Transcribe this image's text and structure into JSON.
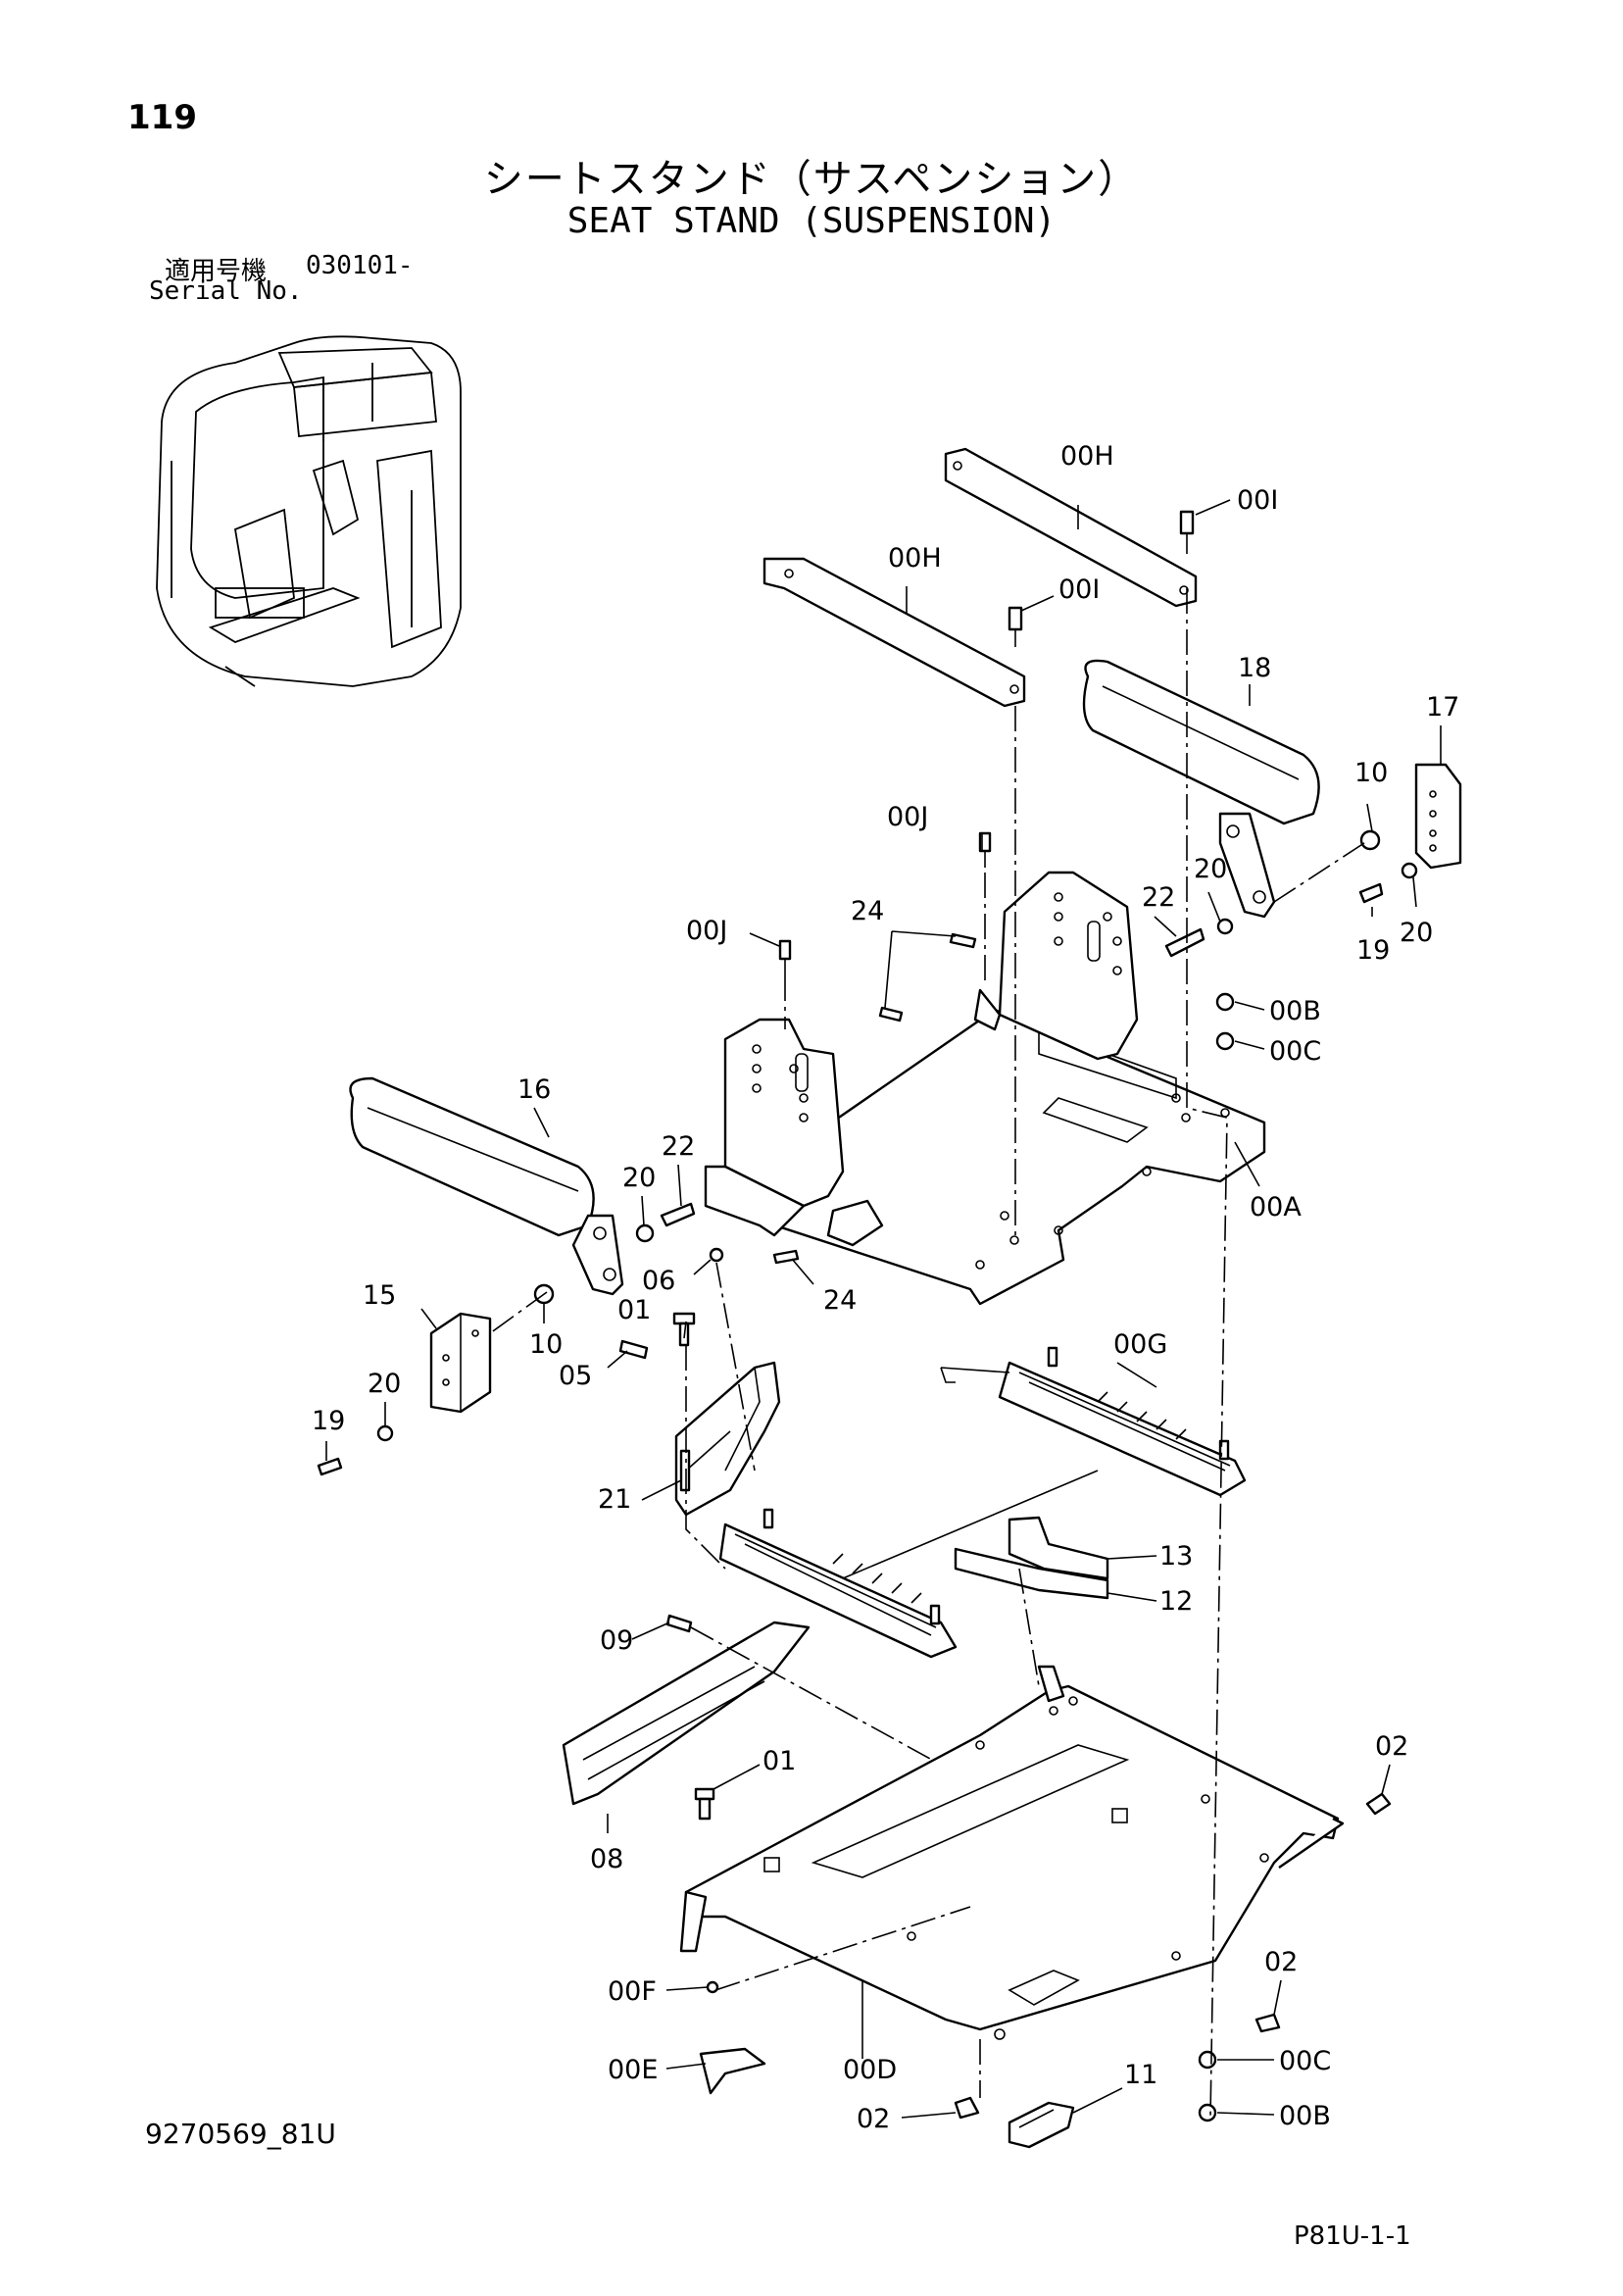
{
  "page": {
    "number": "119",
    "title_jp": "シートスタンド（サスペンション）",
    "title_en": "SEAT STAND (SUSPENSION)",
    "serial_label_jp": "適用号機",
    "serial_label_en": "Serial No.",
    "serial_value": "030101-",
    "figure_code": "9270569_81U",
    "page_code": "P81U-1-1"
  },
  "callouts": {
    "c00H_a": "00H",
    "c00I_a": "00I",
    "c00H_b": "00H",
    "c00I_b": "00I",
    "c18": "18",
    "c17": "17",
    "c10_a": "10",
    "c00J_a": "00J",
    "c24_a": "24",
    "c22_a": "22",
    "c20_a": "20",
    "c19_a": "19",
    "c20_b": "20",
    "c00J_b": "00J",
    "c00B_a": "00B",
    "c00C_a": "00C",
    "c16": "16",
    "c22_b": "22",
    "c20_c": "20",
    "c00A": "00A",
    "c06": "06",
    "c24_b": "24",
    "c15": "15",
    "c01_a": "01",
    "c10_b": "10",
    "c05": "05",
    "c20_d": "20",
    "c19_b": "19",
    "c00G": "00G",
    "c21": "21",
    "c13": "13",
    "c12": "12",
    "c09": "09",
    "c01_b": "01",
    "c02_a": "02",
    "c08": "08",
    "c02_b": "02",
    "c00F": "00F",
    "c00C_b": "00C",
    "c00E": "00E",
    "c00D": "00D",
    "c11": "11",
    "c02_c": "02",
    "c00B_b": "00B"
  }
}
